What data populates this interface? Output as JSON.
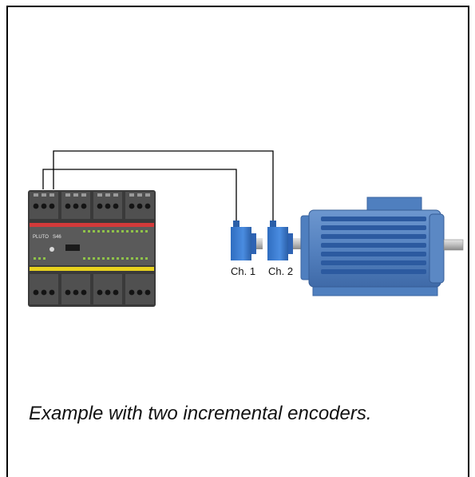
{
  "plc": {
    "brand": "PLUTO",
    "model": "S46"
  },
  "encoders": [
    {
      "label": "Ch. 1"
    },
    {
      "label": "Ch. 2"
    }
  ],
  "caption": "Example with two incremental encoders.",
  "colors": {
    "plc_body": "#3c3c3c",
    "plc_red_band": "#d23a3a",
    "plc_yellow_band": "#e8d21e",
    "plc_green_led": "#8fc24a",
    "motor_blue": "#4f7fbf",
    "motor_dark": "#3b64a0",
    "encoder_blue": "#3d7fd4",
    "wire": "#000000"
  }
}
